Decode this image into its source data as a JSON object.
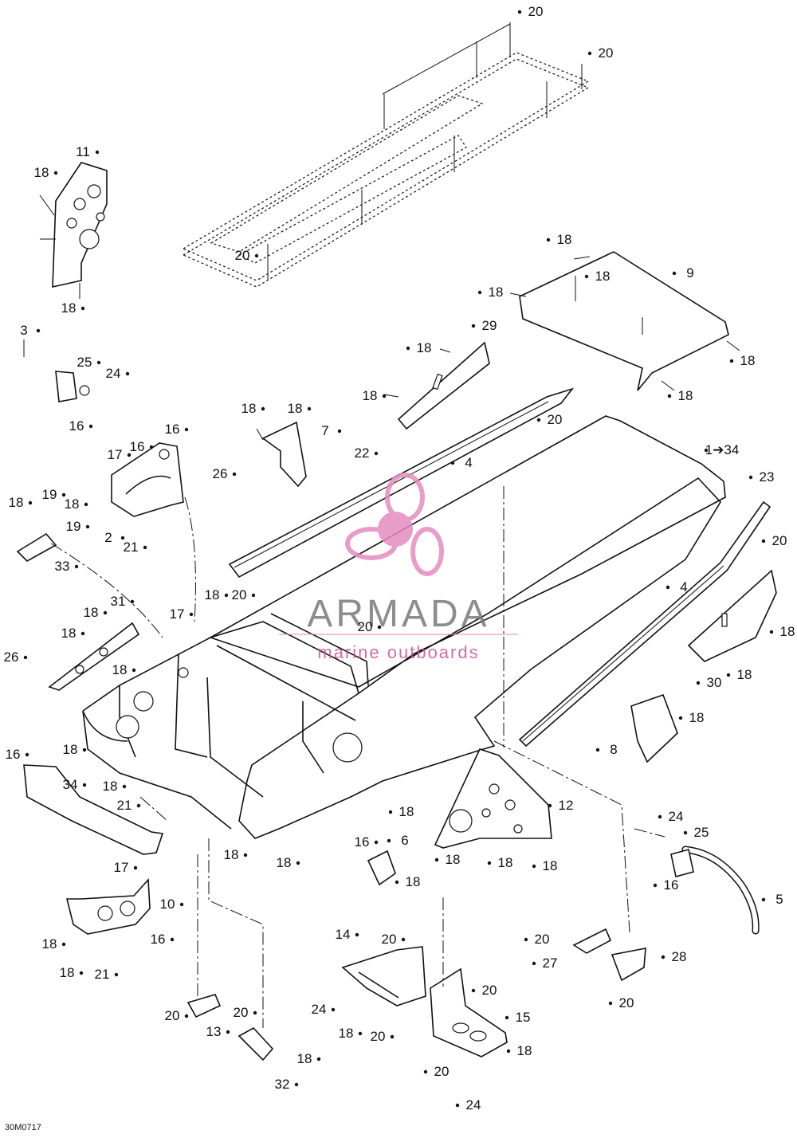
{
  "diagram": {
    "code": "30M0717",
    "callouts": [
      {
        "id": "c1",
        "text": "20"
      },
      {
        "id": "c2",
        "text": "20"
      },
      {
        "id": "c3",
        "text": "11"
      },
      {
        "id": "c4",
        "text": "18"
      },
      {
        "id": "c5",
        "text": "18"
      },
      {
        "id": "c6",
        "text": "20"
      },
      {
        "id": "c7",
        "text": "18"
      },
      {
        "id": "c8",
        "text": "18"
      },
      {
        "id": "c9",
        "text": "9"
      },
      {
        "id": "c10",
        "text": "18"
      },
      {
        "id": "c11",
        "text": "3"
      },
      {
        "id": "c12",
        "text": "25"
      },
      {
        "id": "c13",
        "text": "24"
      },
      {
        "id": "c14",
        "text": "16"
      },
      {
        "id": "c15",
        "text": "29"
      },
      {
        "id": "c16",
        "text": "18"
      },
      {
        "id": "c17",
        "text": "18"
      },
      {
        "id": "c18",
        "text": "18"
      },
      {
        "id": "c19",
        "text": "18"
      },
      {
        "id": "c20",
        "text": "18"
      },
      {
        "id": "c21",
        "text": "7"
      },
      {
        "id": "c22",
        "text": "20"
      },
      {
        "id": "c23",
        "text": "16"
      },
      {
        "id": "c24",
        "text": "17"
      },
      {
        "id": "c25",
        "text": "16"
      },
      {
        "id": "c26",
        "text": "26"
      },
      {
        "id": "c27",
        "text": "22"
      },
      {
        "id": "c28",
        "text": "4"
      },
      {
        "id": "c29",
        "text": "1➔34"
      },
      {
        "id": "c30",
        "text": "23"
      },
      {
        "id": "c31",
        "text": "2"
      },
      {
        "id": "c32",
        "text": "21"
      },
      {
        "id": "c33",
        "text": "18"
      },
      {
        "id": "c34",
        "text": "19"
      },
      {
        "id": "c35",
        "text": "18"
      },
      {
        "id": "c36",
        "text": "19"
      },
      {
        "id": "c37",
        "text": "33"
      },
      {
        "id": "c38",
        "text": "20"
      },
      {
        "id": "c39",
        "text": "31"
      },
      {
        "id": "c40",
        "text": "18"
      },
      {
        "id": "c41",
        "text": "17"
      },
      {
        "id": "c42",
        "text": "18"
      },
      {
        "id": "c43",
        "text": "20"
      },
      {
        "id": "c44",
        "text": "4"
      },
      {
        "id": "c45",
        "text": "20"
      },
      {
        "id": "c46",
        "text": "18"
      },
      {
        "id": "c47",
        "text": "26"
      },
      {
        "id": "c48",
        "text": "18"
      },
      {
        "id": "c49",
        "text": "30"
      },
      {
        "id": "c50",
        "text": "18"
      },
      {
        "id": "c51",
        "text": "18"
      },
      {
        "id": "c52",
        "text": "8"
      },
      {
        "id": "c53",
        "text": "18"
      },
      {
        "id": "c54",
        "text": "16"
      },
      {
        "id": "c55",
        "text": "18"
      },
      {
        "id": "c56",
        "text": "34"
      },
      {
        "id": "c57",
        "text": "18"
      },
      {
        "id": "c58",
        "text": "21"
      },
      {
        "id": "c59",
        "text": "12"
      },
      {
        "id": "c60",
        "text": "18"
      },
      {
        "id": "c61",
        "text": "24"
      },
      {
        "id": "c62",
        "text": "25"
      },
      {
        "id": "c63",
        "text": "17"
      },
      {
        "id": "c64",
        "text": "16"
      },
      {
        "id": "c65",
        "text": "18"
      },
      {
        "id": "c66",
        "text": "18"
      },
      {
        "id": "c67",
        "text": "18"
      },
      {
        "id": "c68",
        "text": "18"
      },
      {
        "id": "c69",
        "text": "16"
      },
      {
        "id": "c70",
        "text": "6"
      },
      {
        "id": "c71",
        "text": "18"
      },
      {
        "id": "c72",
        "text": "10"
      },
      {
        "id": "c73",
        "text": "5"
      },
      {
        "id": "c74",
        "text": "18"
      },
      {
        "id": "c75",
        "text": "18"
      },
      {
        "id": "c76",
        "text": "18"
      },
      {
        "id": "c77",
        "text": "21"
      },
      {
        "id": "c78",
        "text": "14"
      },
      {
        "id": "c79",
        "text": "20"
      },
      {
        "id": "c80",
        "text": "20"
      },
      {
        "id": "c81",
        "text": "27"
      },
      {
        "id": "c82",
        "text": "28"
      },
      {
        "id": "c83",
        "text": "20"
      },
      {
        "id": "c84",
        "text": "24"
      },
      {
        "id": "c85",
        "text": "20"
      },
      {
        "id": "c86",
        "text": "15"
      },
      {
        "id": "c87",
        "text": "18"
      },
      {
        "id": "c88",
        "text": "20"
      },
      {
        "id": "c89",
        "text": "20"
      },
      {
        "id": "c90",
        "text": "13"
      },
      {
        "id": "c91",
        "text": "20"
      },
      {
        "id": "c92",
        "text": "18"
      },
      {
        "id": "c93",
        "text": "32"
      },
      {
        "id": "c94",
        "text": "20"
      },
      {
        "id": "c95",
        "text": "18"
      },
      {
        "id": "c96",
        "text": "24"
      },
      {
        "id": "c97",
        "text": "16"
      },
      {
        "id": "c98",
        "text": "18"
      }
    ]
  },
  "watermark": {
    "brand": "ARMADA",
    "tagline": "marine outboards",
    "logo_icon": "propeller-logo-icon",
    "logo_color": "#e58cc0"
  }
}
